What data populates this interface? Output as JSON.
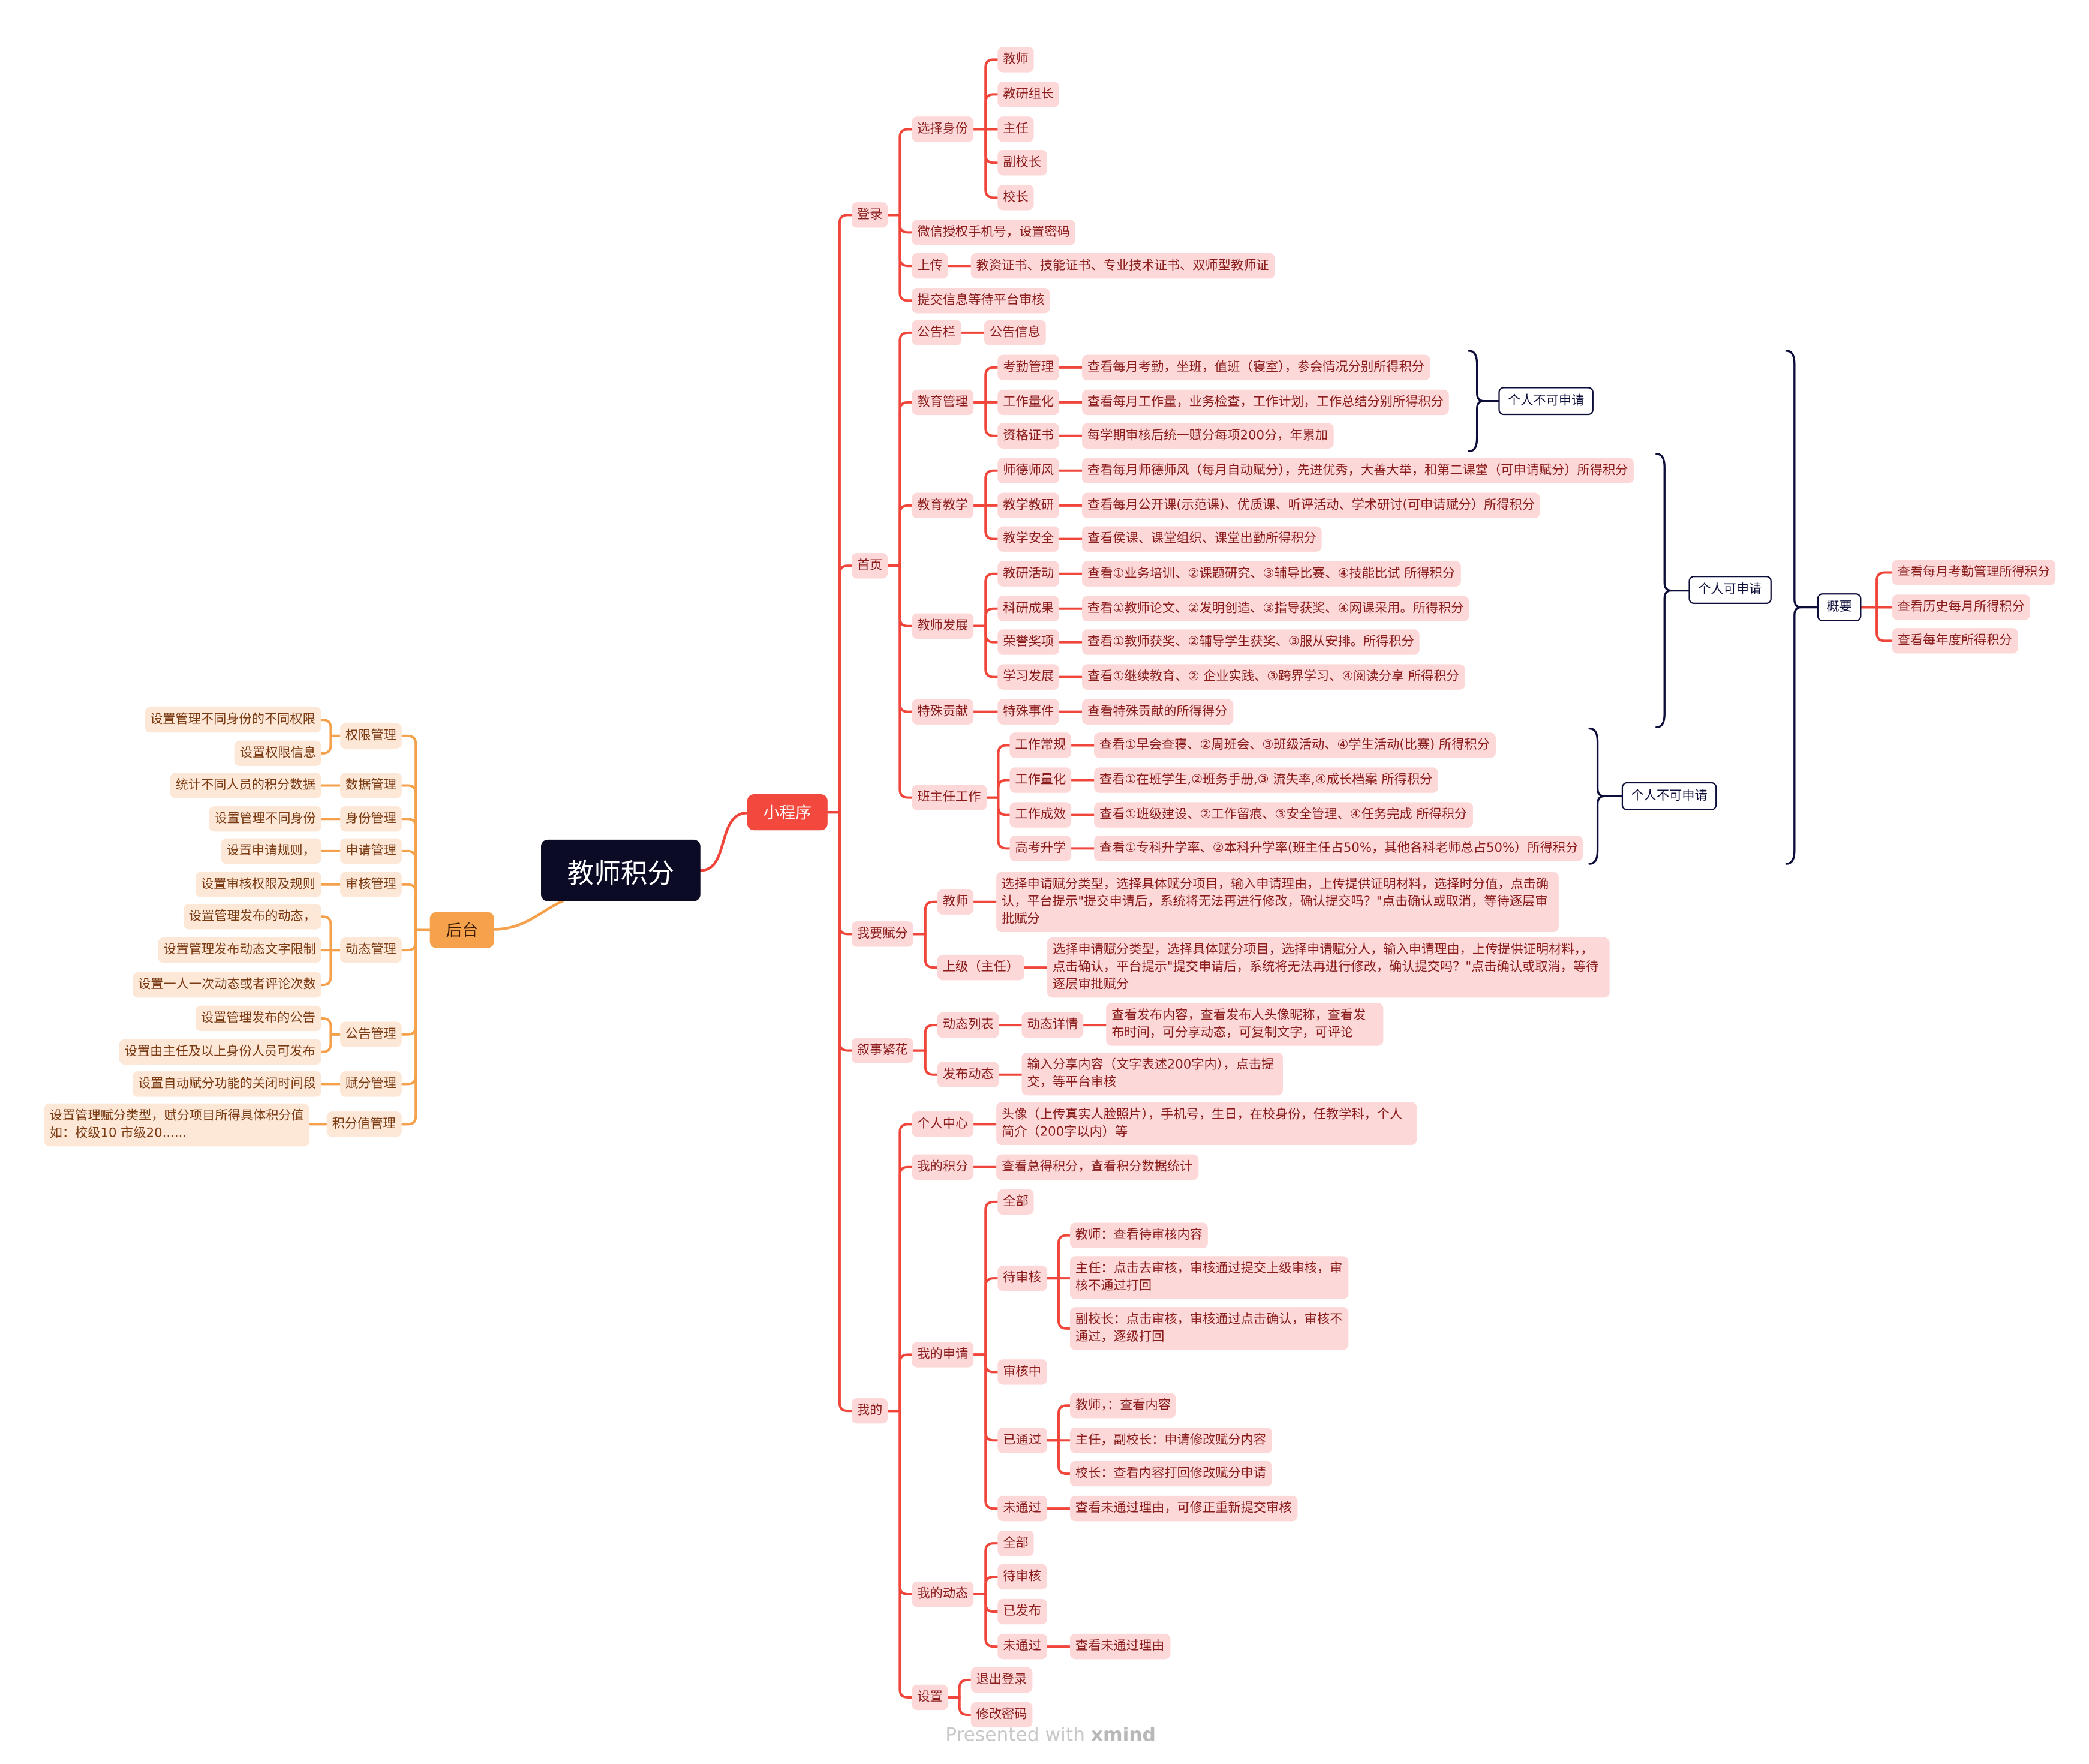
{
  "central": "教师积分",
  "colors": {
    "mini_line": "#f0453a",
    "mini_node": "#fdd8d8",
    "admin_line": "#f5a04a",
    "admin_node": "#fde8d8",
    "central": "#0c0b26",
    "summary": "#0d0d3a"
  },
  "mini": {
    "label": "小程序",
    "children": [
      {
        "label": "登录",
        "children": [
          {
            "label": "选择身份",
            "children": [
              {
                "label": "教师"
              },
              {
                "label": "教研组长"
              },
              {
                "label": "主任"
              },
              {
                "label": "副校长"
              },
              {
                "label": "校长"
              }
            ]
          },
          {
            "label": "微信授权手机号，设置密码"
          },
          {
            "label": "上传",
            "children": [
              {
                "label": "教资证书、技能证书、专业技术证书、双师型教师证"
              }
            ]
          },
          {
            "label": "提交信息等待平台审核"
          }
        ]
      },
      {
        "label": "首页",
        "children": [
          {
            "label": "公告栏",
            "children": [
              {
                "label": "公告信息"
              }
            ]
          },
          {
            "label": "教育管理",
            "children": [
              {
                "label": "考勤管理",
                "children": [
                  {
                    "label": "查看每月考勤，坐班，值班（寝室），参会情况分别所得积分"
                  }
                ]
              },
              {
                "label": "工作量化",
                "children": [
                  {
                    "label": "查看每月工作量，业务检查，工作计划，工作总结分别所得积分"
                  }
                ]
              },
              {
                "label": "资格证书",
                "children": [
                  {
                    "label": "每学期审核后统一赋分每项200分，年累加"
                  }
                ]
              }
            ]
          },
          {
            "label": "教育教学",
            "children": [
              {
                "label": "师德师风",
                "children": [
                  {
                    "label": "查看每月师德师风（每月自动赋分），先进优秀，大善大举，和第二课堂（可申请赋分）所得积分"
                  }
                ]
              },
              {
                "label": "教学教研",
                "children": [
                  {
                    "label": "查看每月公开课(示范课)、优质课、听评活动、学术研讨(可申请赋分）所得积分"
                  }
                ]
              },
              {
                "label": "教学安全",
                "children": [
                  {
                    "label": "查看侯课、课堂组织、课堂出勤所得积分"
                  }
                ]
              }
            ]
          },
          {
            "label": "教师发展",
            "children": [
              {
                "label": "教研活动",
                "children": [
                  {
                    "label": "查看①业务培训、②课题研究、③辅导比赛、④技能比试  所得积分"
                  }
                ]
              },
              {
                "label": "科研成果",
                "children": [
                  {
                    "label": "查看①教师论文、②发明创造、③指导获奖、④网课采用。所得积分"
                  }
                ]
              },
              {
                "label": "荣誉奖项",
                "children": [
                  {
                    "label": "查看①教师获奖、②辅导学生获奖、③服从安排。所得积分"
                  }
                ]
              },
              {
                "label": "学习发展",
                "children": [
                  {
                    "label": "查看①继续教育、② 企业实践、③跨界学习、④阅读分享  所得积分"
                  }
                ]
              }
            ]
          },
          {
            "label": "特殊贡献",
            "children": [
              {
                "label": "特殊事件",
                "children": [
                  {
                    "label": "查看特殊贡献的所得得分"
                  }
                ]
              }
            ]
          },
          {
            "label": "班主任工作",
            "children": [
              {
                "label": "工作常规",
                "children": [
                  {
                    "label": "查看①早会查寝、②周班会、③班级活动、④学生活动(比赛)  所得积分"
                  }
                ]
              },
              {
                "label": "工作量化",
                "children": [
                  {
                    "label": "查看①在班学生,②班务手册,③ 流失率,④成长档案  所得积分"
                  }
                ]
              },
              {
                "label": "工作成效",
                "children": [
                  {
                    "label": "查看①班级建设、②工作留痕、③安全管理、④任务完成  所得积分"
                  }
                ]
              },
              {
                "label": "高考升学",
                "children": [
                  {
                    "label": "查看①专科升学率、②本科升学率(班主任占50%，其他各科老师总占50%）所得积分"
                  }
                ]
              }
            ]
          }
        ]
      },
      {
        "label": "我要赋分",
        "children": [
          {
            "label": "教师",
            "children": [
              {
                "label": "选择申请赋分类型，选择具体赋分项目，输入申请理由，上传提供证明材料，选择时分值，点击确认，平台提示\"提交申请后，系统将无法再进行修改，确认提交吗？\"点击确认或取消，等待逐层审批赋分"
              }
            ]
          },
          {
            "label": "上级（主任）",
            "children": [
              {
                "label": "选择申请赋分类型，选择具体赋分项目，选择申请赋分人，输入申请理由，上传提供证明材料，，点击确认，平台提示\"提交申请后，系统将无法再进行修改，确认提交吗？\"点击确认或取消，等待逐层审批赋分"
              }
            ]
          }
        ]
      },
      {
        "label": "叙事繁花",
        "children": [
          {
            "label": "动态列表",
            "children": [
              {
                "label": "动态详情",
                "children": [
                  {
                    "label": "查看发布内容，查看发布人头像昵称，查看发布时间，可分享动态，可复制文字，可评论"
                  }
                ]
              }
            ]
          },
          {
            "label": "发布动态",
            "children": [
              {
                "label": "输入分享内容（文字表述200字内），点击提交，等平台审核"
              }
            ]
          }
        ]
      },
      {
        "label": "我的",
        "children": [
          {
            "label": "个人中心",
            "children": [
              {
                "label": "头像（上传真实人脸照片），手机号，生日，在校身份，任教学科，个人简介（200字以内）等"
              }
            ]
          },
          {
            "label": "我的积分",
            "children": [
              {
                "label": "查看总得积分，查看积分数据统计"
              }
            ]
          },
          {
            "label": "我的申请",
            "children": [
              {
                "label": "全部"
              },
              {
                "label": "待审核",
                "children": [
                  {
                    "label": "教师：查看待审核内容"
                  },
                  {
                    "label": "主任：点击去审核，审核通过提交上级审核，审核不通过打回"
                  },
                  {
                    "label": "副校长：点击审核，审核通过点击确认，审核不通过，逐级打回"
                  }
                ]
              },
              {
                "label": "审核中"
              },
              {
                "label": "已通过",
                "children": [
                  {
                    "label": "教师，：查看内容"
                  },
                  {
                    "label": "主任，副校长：申请修改赋分内容"
                  },
                  {
                    "label": "校长：查看内容打回修改赋分申请"
                  }
                ]
              },
              {
                "label": "未通过",
                "children": [
                  {
                    "label": "查看未通过理由，可修正重新提交审核"
                  }
                ]
              }
            ]
          },
          {
            "label": "我的动态",
            "children": [
              {
                "label": "全部"
              },
              {
                "label": "待审核"
              },
              {
                "label": "已发布"
              },
              {
                "label": "未通过",
                "children": [
                  {
                    "label": "查看未通过理由"
                  }
                ]
              }
            ]
          },
          {
            "label": "设置",
            "children": [
              {
                "label": "退出登录"
              },
              {
                "label": "修改密码"
              }
            ]
          }
        ]
      }
    ]
  },
  "admin": {
    "label": "后台",
    "children": [
      {
        "label": "权限管理",
        "children": [
          {
            "label": "设置管理不同身份的不同权限"
          },
          {
            "label": "设置权限信息"
          }
        ]
      },
      {
        "label": "数据管理",
        "children": [
          {
            "label": "统计不同人员的积分数据"
          }
        ]
      },
      {
        "label": "身份管理",
        "children": [
          {
            "label": "设置管理不同身份"
          }
        ]
      },
      {
        "label": "申请管理",
        "children": [
          {
            "label": "设置申请规则，"
          }
        ]
      },
      {
        "label": "审核管理",
        "children": [
          {
            "label": "设置审核权限及规则"
          }
        ]
      },
      {
        "label": "动态管理",
        "children": [
          {
            "label": "设置管理发布的动态，"
          },
          {
            "label": "设置管理发布动态文字限制"
          },
          {
            "label": "设置一人一次动态或者评论次数"
          }
        ]
      },
      {
        "label": "公告管理",
        "children": [
          {
            "label": "设置管理发布的公告"
          },
          {
            "label": "设置由主任及以上身份人员可发布"
          }
        ]
      },
      {
        "label": "赋分管理",
        "children": [
          {
            "label": "设置自动赋分功能的关闭时间段"
          }
        ]
      },
      {
        "label": "积分值管理",
        "children": [
          {
            "label": "设置管理赋分类型，赋分项目所得具体积分值如：校级10   市级20......"
          }
        ]
      }
    ]
  },
  "summaries": {
    "not_applicable_1": "个人不可申请",
    "applicable": "个人可申请",
    "not_applicable_2": "个人不可申请",
    "overview": {
      "label": "概要",
      "children": [
        "查看每月考勤管理所得积分",
        "查看历史每月所得积分",
        "查看每年度所得积分"
      ]
    }
  },
  "footer": {
    "prefix": "Presented with ",
    "brand": "xmind"
  }
}
